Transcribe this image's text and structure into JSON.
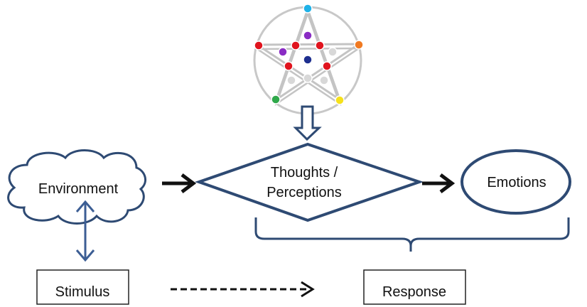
{
  "diagram": {
    "environment_label": "Environment",
    "thoughts_line1": "Thoughts /",
    "thoughts_line2": "Perceptions",
    "emotions_label": "Emotions",
    "stimulus_label": "Stimulus",
    "response_label": "Response"
  },
  "colors": {
    "shape_stroke": "#2e4a73",
    "flow_arrow": "#111111",
    "connector": "#3c5e94",
    "box_border": "#222222",
    "star_lines": "#c4c4c4"
  },
  "star_dots": [
    {
      "position": "top",
      "color": "#1fb2e8"
    },
    {
      "position": "right-point",
      "color": "#f07a22"
    },
    {
      "position": "left-point",
      "color": "#e0141e"
    },
    {
      "position": "bottom-right-point",
      "color": "#f6e11b"
    },
    {
      "position": "bottom-left-point",
      "color": "#2fa84a"
    },
    {
      "position": "center",
      "color": "#1e2f8f"
    },
    {
      "position": "inner",
      "color": "#8a2cc4"
    },
    {
      "position": "inner",
      "color": "#e0141e"
    },
    {
      "position": "inner",
      "color": "#d8d8d8"
    }
  ]
}
